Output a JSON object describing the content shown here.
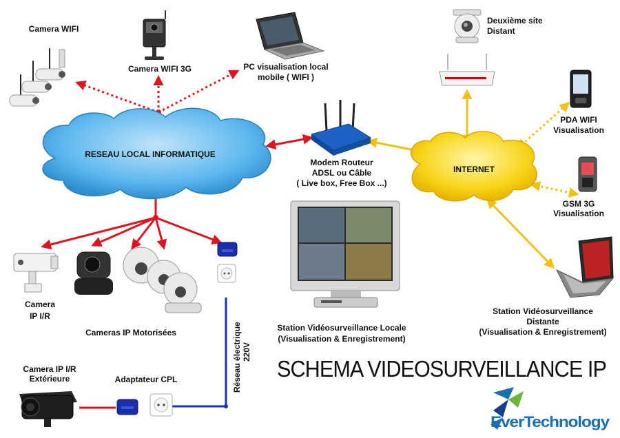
{
  "labels": {
    "camera_wifi": "Camera WIFI",
    "camera_wifi_3g": "Camera WIFI 3G",
    "pc_line1": "PC visualisation local",
    "pc_line2": "mobile ( WIFI )",
    "site2_line1": "Deuxième site",
    "site2_line2": "Distant",
    "pda_line1": "PDA WIFI",
    "pda_line2": "Visualisation",
    "gsm_line1": "GSM 3G",
    "gsm_line2": "Visualisation",
    "lan": "RESEAU LOCAL  INFORMATIQUE",
    "internet": "INTERNET",
    "modem_line1": "Modem Routeur",
    "modem_line2": "ADSL ou Câble",
    "modem_line3": "( Live box, Free Box ...)",
    "cam_ir_line1": "Camera",
    "cam_ir_line2": "IP I/R",
    "motorised": "Cameras IP Motorisées",
    "local_station_line1": "Station Vidéosurveillance Locale",
    "local_station_line2": "(Visualisation & Enregistrement)",
    "remote_station_line1": "Station Vidéosurveillance",
    "remote_station_line2": "Distante",
    "remote_station_line3": "(Visualisation & Enregistrement)",
    "ext_cam_line1": "Camera IP I/R",
    "ext_cam_line2": "Extérieure",
    "cpl": "Adaptateur CPL",
    "power_line1": "Réseau électrique",
    "power_line2": "220V"
  },
  "title": "SCHEMA VIDEOSURVEILLANCE IP",
  "brand": "EverTechnology",
  "colors": {
    "lan_link": "#e0141e",
    "internet_link": "#f2c10f",
    "power_link": "#1a2fb8",
    "lan_cloud": "#3aa5e6",
    "internet_cloud": "#f6d010",
    "brand": "#1a6fb0"
  }
}
